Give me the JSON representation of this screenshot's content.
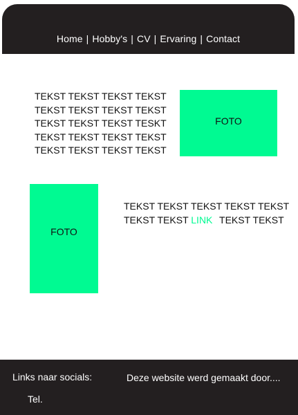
{
  "nav": {
    "items": [
      "Home",
      "Hobby's",
      "CV",
      "Ervaring",
      "Contact"
    ],
    "separator": "|"
  },
  "section1": {
    "lines": [
      "TEKST TEKST TEKST TEKST",
      "TEKST TEKST TEKST TEKST",
      "TEKST TEKST TEKST TESKT",
      "TEKST TEKST TEKST TEKST",
      "TEKST TEKST TEKST TEKST"
    ],
    "photo_label": "FOTO"
  },
  "section2": {
    "photo_label": "FOTO",
    "line1": "TEKST TEKST TEKST TEKST TEKST",
    "line2_before": "TEKST TEKST",
    "link": "LINK",
    "line2_after": "TEKST TEKST"
  },
  "footer": {
    "socials": "Links naar socials:",
    "tel": "Tel.",
    "credit": "Deze website werd gemaakt door...."
  },
  "colors": {
    "header_bg": "#231f20",
    "accent": "#00fa92"
  }
}
